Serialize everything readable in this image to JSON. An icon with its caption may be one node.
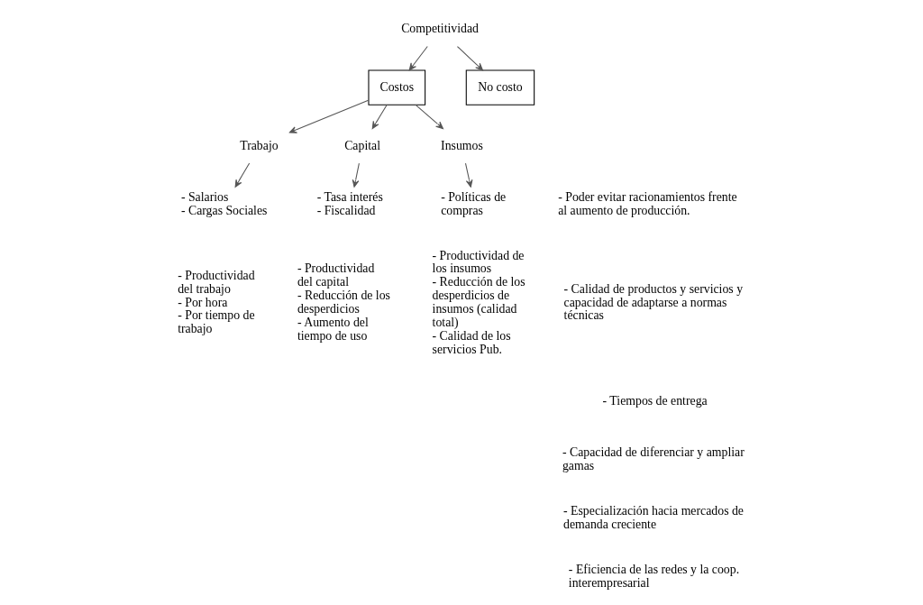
{
  "diagram": {
    "nodes": [
      {
        "text": [
          "Competitividad"
        ]
      },
      {
        "text": [
          "Costos"
        ]
      },
      {
        "text": [
          "No costo"
        ]
      },
      {
        "text": [
          "Trabajo"
        ]
      },
      {
        "text": [
          "Capital"
        ]
      },
      {
        "text": [
          "Insumos"
        ]
      },
      {
        "text": [
          "- Salarios - Cargas Sociales"
        ]
      },
      {
        "text": [
          "- Tasa interés - Fiscalidad"
        ]
      },
      {
        "text": [
          "- Políticas de compras"
        ]
      }
    ],
    "edges": [
      {
        "from": 0,
        "to": 1,
        "arrow": "to"
      },
      {
        "from": 0,
        "to": 2,
        "arrow": "to"
      },
      {
        "from": 1,
        "to": 3,
        "arrow": "to"
      },
      {
        "from": 1,
        "to": 4,
        "arrow": "to"
      },
      {
        "from": 1,
        "to": 5,
        "arrow": "to"
      },
      {
        "from": 3,
        "to": 6,
        "arrow": "to"
      },
      {
        "from": 4,
        "to": 7,
        "arrow": "to"
      },
      {
        "from": 5,
        "to": 8,
        "arrow": "to"
      }
    ],
    "labels": [
      "- Productividad del trabajo - Por hora - Por tiempo de trabajo",
      "- Productividad del capital - Reducción de los desperdicios - Aumento del tiempo de uso",
      "- Productividad de los insumos - Reducción de los desperdicios de insumos (calidad total) - Calidad de los servicios Pub.",
      "- Poder evitar racionamientos frente al aumento de producción.",
      "- Calidad de productos y servicios y capacidad de adaptarse a normas técnicas",
      "- Tiempos de entrega",
      "- Capacidad de diferenciar y ampliar gamas",
      "- Especialización hacia mercados de demanda creciente",
      "- Eficiencia de las redes y la coop. interempresarial"
    ]
  }
}
